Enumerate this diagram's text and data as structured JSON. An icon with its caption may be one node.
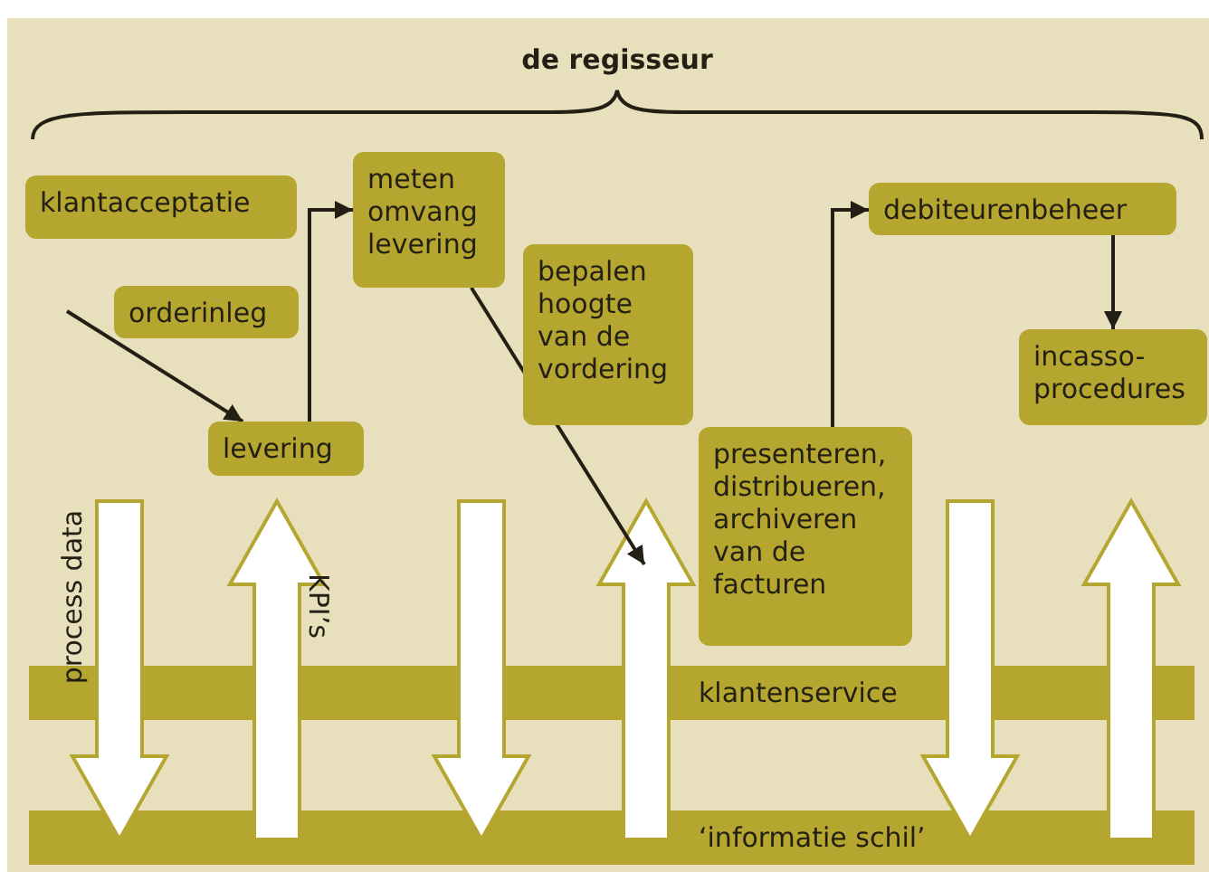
{
  "diagram": {
    "nodes": [
      {
        "text": [
          "klantacceptatie"
        ]
      },
      {
        "text": [
          "orderinleg"
        ]
      },
      {
        "text": [
          "meten omvang levering"
        ]
      },
      {
        "text": [
          "bepalen hoogte van de vordering"
        ]
      },
      {
        "text": [
          "debiteurenbeheer"
        ]
      },
      {
        "text": [
          "incasso- procedures"
        ]
      },
      {
        "text": [
          "levering"
        ]
      },
      {
        "text": [
          "presenteren, distribueren, archiveren van de facturen"
        ]
      },
      {
        "text": [
          "klantenservice"
        ]
      },
      {
        "text": [
          "‘informatie schil’"
        ]
      }
    ],
    "edges": [
      {
        "from": null,
        "to": 6,
        "arrow": "to"
      },
      {
        "from": 6,
        "to": 2,
        "arrow": "to"
      },
      {
        "from": 2,
        "to": null,
        "arrow": "to"
      },
      {
        "from": 7,
        "to": 4,
        "arrow": "to"
      },
      {
        "from": 4,
        "to": 5,
        "arrow": "to"
      },
      {
        "from": null,
        "to": 9,
        "arrow": "to",
        "style": "thick",
        "color": "#ffffff"
      },
      {
        "from": 9,
        "to": null,
        "arrow": "to",
        "style": "thick",
        "color": "#ffffff"
      },
      {
        "from": null,
        "to": 9,
        "arrow": "to",
        "style": "thick",
        "color": "#ffffff"
      },
      {
        "from": 9,
        "to": null,
        "arrow": "to",
        "style": "thick",
        "color": "#ffffff"
      },
      {
        "from": null,
        "to": 9,
        "arrow": "to",
        "style": "thick",
        "color": "#ffffff"
      },
      {
        "from": 9,
        "to": null,
        "arrow": "to",
        "style": "thick",
        "color": "#ffffff"
      }
    ],
    "labels": [
      "de regisseur",
      "process data",
      "KPI’s"
    ]
  }
}
